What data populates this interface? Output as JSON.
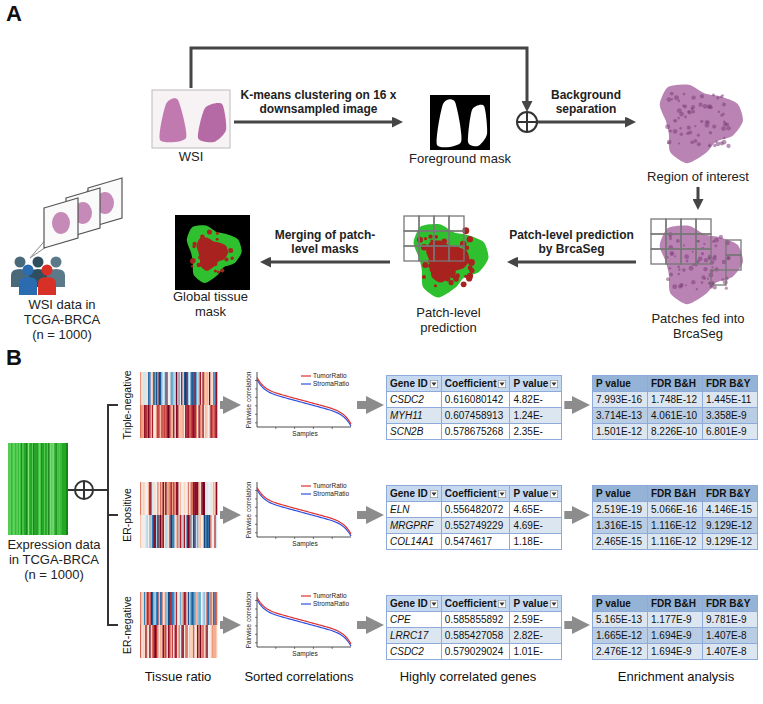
{
  "diagram": {
    "nodes": [
      {
        "text": [
          "WSI data in TCGA-BRCA (n = 1000)"
        ]
      },
      {
        "text": [
          "WSI"
        ]
      },
      {
        "text": [
          "Foreground mask"
        ]
      },
      {
        "text": [
          "Region of interest"
        ]
      },
      {
        "text": [
          "Global tissue mask"
        ]
      },
      {
        "text": [
          "Patch-level prediction"
        ]
      },
      {
        "text": [
          "Patches fed into BrcaSeg"
        ]
      },
      {
        "text": [
          "Expression data in TCGA-BRCA (n = 1000)"
        ]
      },
      {
        "text": [
          "TumorRatio",
          "StromaRatio",
          "Pairwise correlation",
          "Samples"
        ]
      },
      {
        "text": [
          "Gene ID",
          "Coefficient",
          "P value",
          "CSDC2",
          "0.616080142",
          "4.82E-",
          "MYH11",
          "0.607458913",
          "1.24E-",
          "SCN2B",
          "0.578675268",
          "2.35E-"
        ]
      },
      {
        "text": [
          "P value",
          "FDR B&H",
          "FDR B&Y",
          "7.993E-16",
          "1.748E-12",
          "1.445E-11",
          "3.714E-13",
          "4.061E-10",
          "3.358E-9",
          "1.501E-12",
          "8.226E-10",
          "6.801E-9"
        ]
      },
      {
        "text": [
          "TumorRatio",
          "StromaRatio",
          "Pairwise correlation",
          "Samples"
        ]
      },
      {
        "text": [
          "Gene ID",
          "Coefficient",
          "P value",
          "ELN",
          "0.556482072",
          "4.65E-",
          "MRGPRF",
          "0.552749229",
          "4.69E-",
          "COL14A1",
          "0.5474617",
          "1.18E-"
        ]
      },
      {
        "text": [
          "P value",
          "FDR B&H",
          "FDR B&Y",
          "2.519E-19",
          "5.066E-16",
          "4.146E-15",
          "1.316E-15",
          "1.116E-12",
          "9.129E-12",
          "2.465E-15",
          "1.116E-12",
          "9.129E-12"
        ]
      },
      {
        "text": [
          "TumorRatio",
          "StromaRatio",
          "Pairwise correlation",
          "Samples"
        ]
      },
      {
        "text": [
          "Gene ID",
          "Coefficient",
          "P value",
          "CPE",
          "0.585855892",
          "2.59E-",
          "LRRC17",
          "0.585427058",
          "2.82E-",
          "CSDC2",
          "0.579029024",
          "1.01E-"
        ]
      },
      {
        "text": [
          "P value",
          "FDR B&H",
          "FDR B&Y",
          "5.165E-13",
          "1.177E-9",
          "9.781E-9",
          "1.665E-12",
          "1.694E-9",
          "1.407E-8",
          "2.476E-12",
          "1.694E-9",
          "1.407E-8"
        ]
      }
    ],
    "edges": [
      {
        "from": 1,
        "to": 2,
        "arrow": "to",
        "label": "K-means clustering on 16 x downsampled image"
      },
      {
        "from": 2,
        "to": 3,
        "arrow": "to",
        "label": "Background separation"
      },
      {
        "from": 3,
        "to": 6,
        "arrow": "to"
      },
      {
        "from": 6,
        "to": 5,
        "arrow": "to",
        "label": "Patch-level prediction by BrcaSeg"
      },
      {
        "from": 5,
        "to": 4,
        "arrow": "to",
        "label": "Merging of patch-level masks"
      },
      {
        "from": 8,
        "to": 9,
        "arrow": "to"
      },
      {
        "from": 9,
        "to": 10,
        "arrow": "to"
      },
      {
        "from": 11,
        "to": 12,
        "arrow": "to"
      },
      {
        "from": 12,
        "to": 13,
        "arrow": "to"
      },
      {
        "from": 14,
        "to": 15,
        "arrow": "to"
      },
      {
        "from": 15,
        "to": 16,
        "arrow": "to"
      }
    ],
    "labels": [
      "A",
      "B",
      "Triple-negative",
      "ER-positive",
      "ER-negative",
      "Tissue ratio",
      "Sorted correlations",
      "Highly correlated genes",
      "Enrichment analysis"
    ]
  }
}
